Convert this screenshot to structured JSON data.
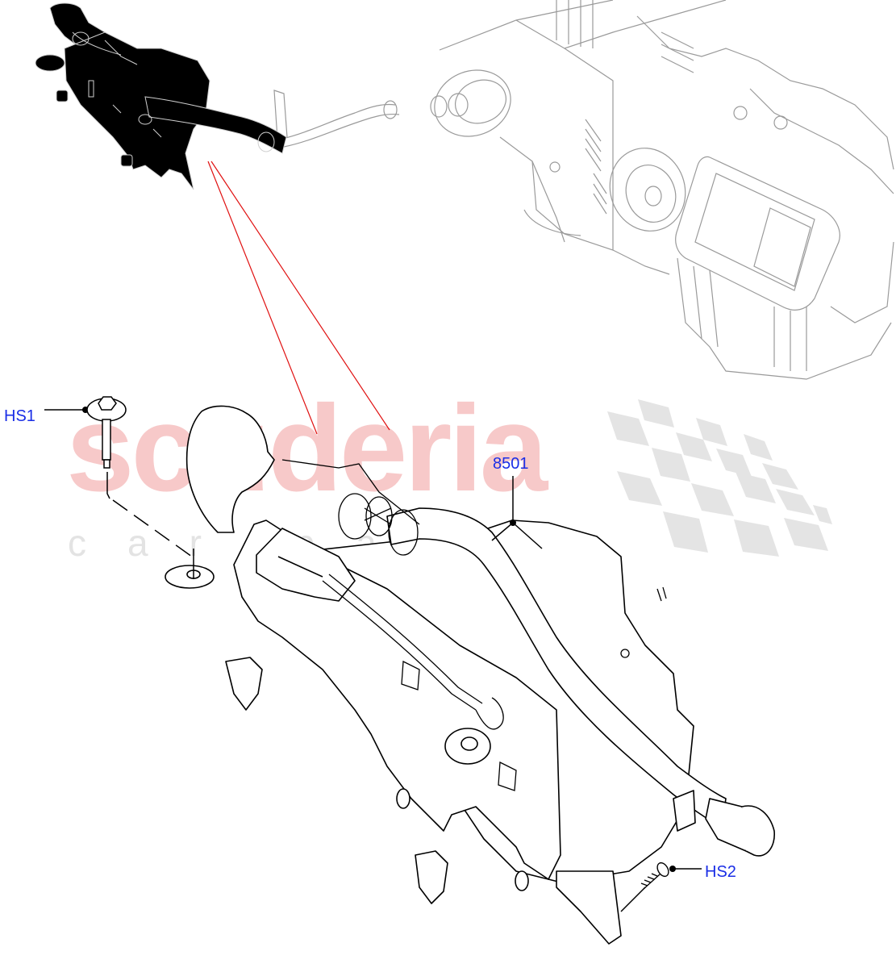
{
  "diagram": {
    "type": "exploded-parts-diagram",
    "callouts": [
      {
        "id": "hs1",
        "label": "HS1",
        "part": "bolt with washer flange"
      },
      {
        "id": "8501",
        "label": "8501",
        "part": "evaporative emission canister assembly"
      },
      {
        "id": "hs2",
        "label": "HS2",
        "part": "screw"
      }
    ],
    "locator": {
      "description": "highlighted (black) canister thumbnail in context with faded HVAC/heater unit"
    },
    "colors": {
      "callout_text": "#1a2ee6",
      "leader_line": "#000000",
      "locator_link_line": "#e01010",
      "locator_fill": "#000000",
      "context_lines": "#9a9a9a",
      "watermark_red": "#f7c9c9",
      "watermark_gray": "#e3e3e3"
    }
  },
  "watermark": {
    "main": "scuderia",
    "sub": "car parts"
  }
}
